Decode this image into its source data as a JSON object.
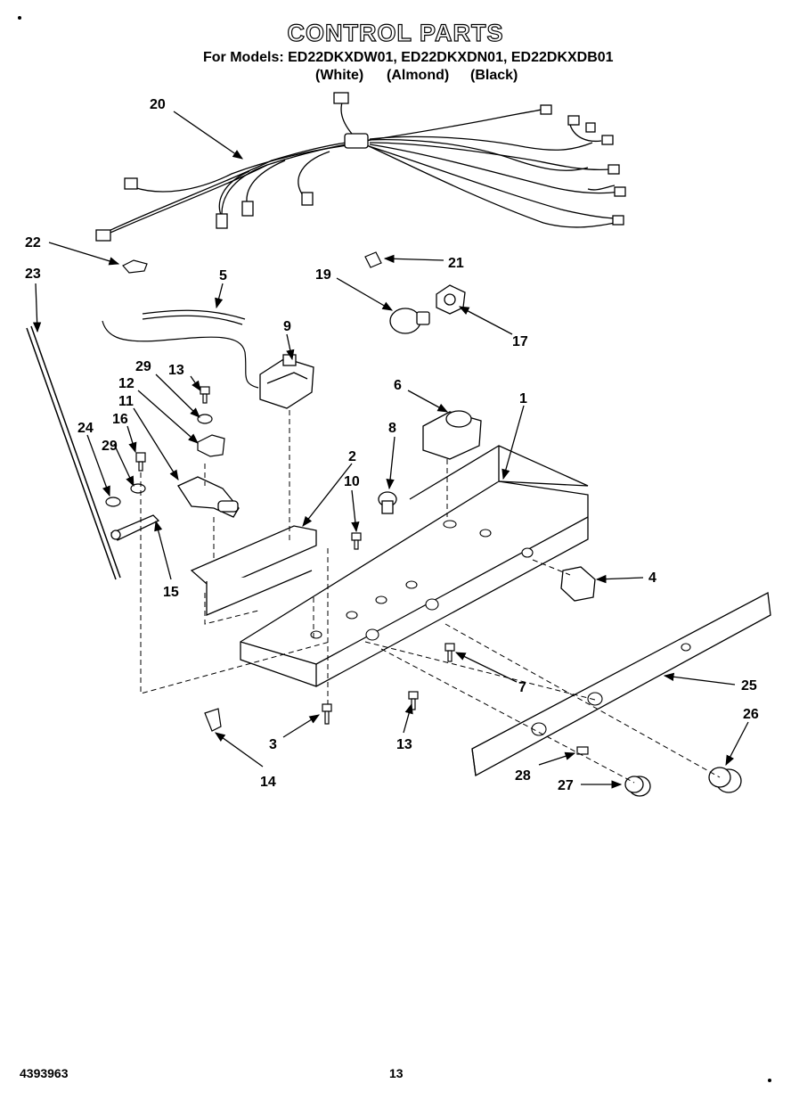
{
  "header": {
    "title": "CONTROL PARTS",
    "models_line": "For Models: ED22DKXDW01, ED22DKXDN01, ED22DKXDB01",
    "variants": [
      "(White)",
      "(Almond)",
      "(Black)"
    ]
  },
  "callouts": [
    "20",
    "22",
    "23",
    "5",
    "21",
    "19",
    "17",
    "9",
    "13",
    "29",
    "12",
    "11",
    "16",
    "29",
    "24",
    "15",
    "6",
    "1",
    "8",
    "2",
    "10",
    "4",
    "7",
    "25",
    "26",
    "3",
    "13",
    "14",
    "28",
    "27"
  ],
  "footer": {
    "doc_number": "4393963",
    "page_number": "13"
  }
}
